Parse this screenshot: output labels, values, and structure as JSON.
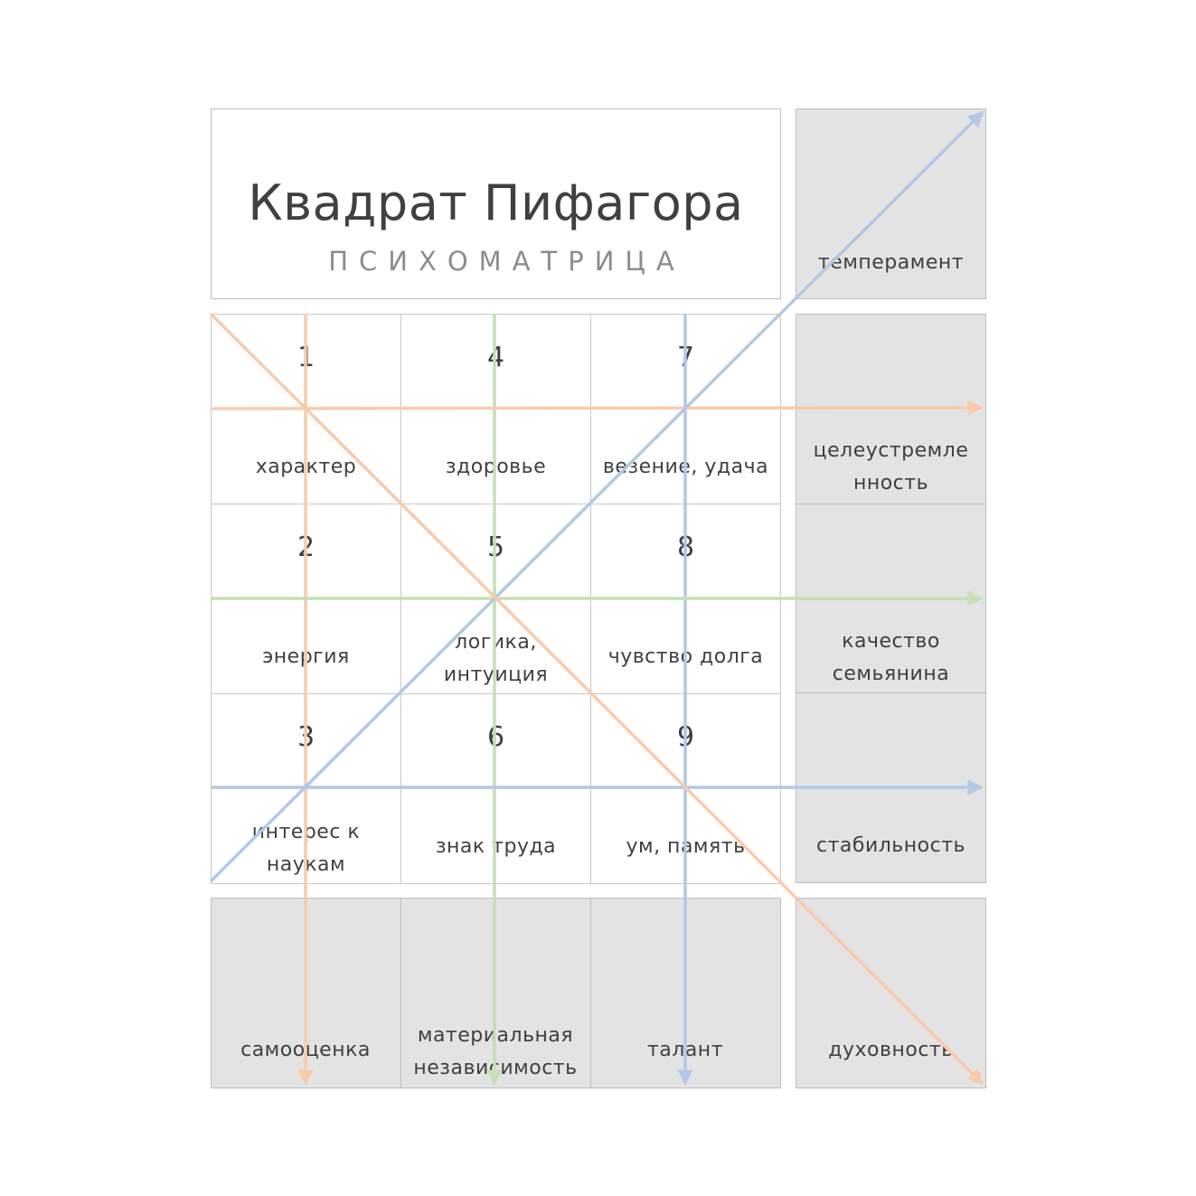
{
  "title": "Квадрат Пифагора",
  "subtitle": "ПСИХОМАТРИЦА",
  "cells": [
    {
      "num": "1",
      "label": "характер"
    },
    {
      "num": "4",
      "label": "здоровье"
    },
    {
      "num": "7",
      "label": "везение, удача"
    },
    {
      "num": "2",
      "label": "энергия"
    },
    {
      "num": "5",
      "label": "логика,\nинтуиция"
    },
    {
      "num": "8",
      "label": "чувство долга"
    },
    {
      "num": "3",
      "label": "интерес к\nнаукам"
    },
    {
      "num": "6",
      "label": "знак труда"
    },
    {
      "num": "9",
      "label": "ум, память"
    }
  ],
  "rows": [
    {
      "label": "целеустремле\nнность"
    },
    {
      "label": "качество\nсемьянина"
    },
    {
      "label": "стабильность"
    }
  ],
  "columns": [
    {
      "label": "самооценка"
    },
    {
      "label": "материальная\nнезависимость"
    },
    {
      "label": "талант"
    }
  ],
  "diagonals": {
    "up": "темперамент",
    "down": "духовность"
  },
  "colors": {
    "orange": "#f8cbad",
    "green": "#c5e0b4",
    "blue": "#b4c7e7",
    "grey_fill": "#e3e3e3",
    "border": "#bfbfbf"
  }
}
